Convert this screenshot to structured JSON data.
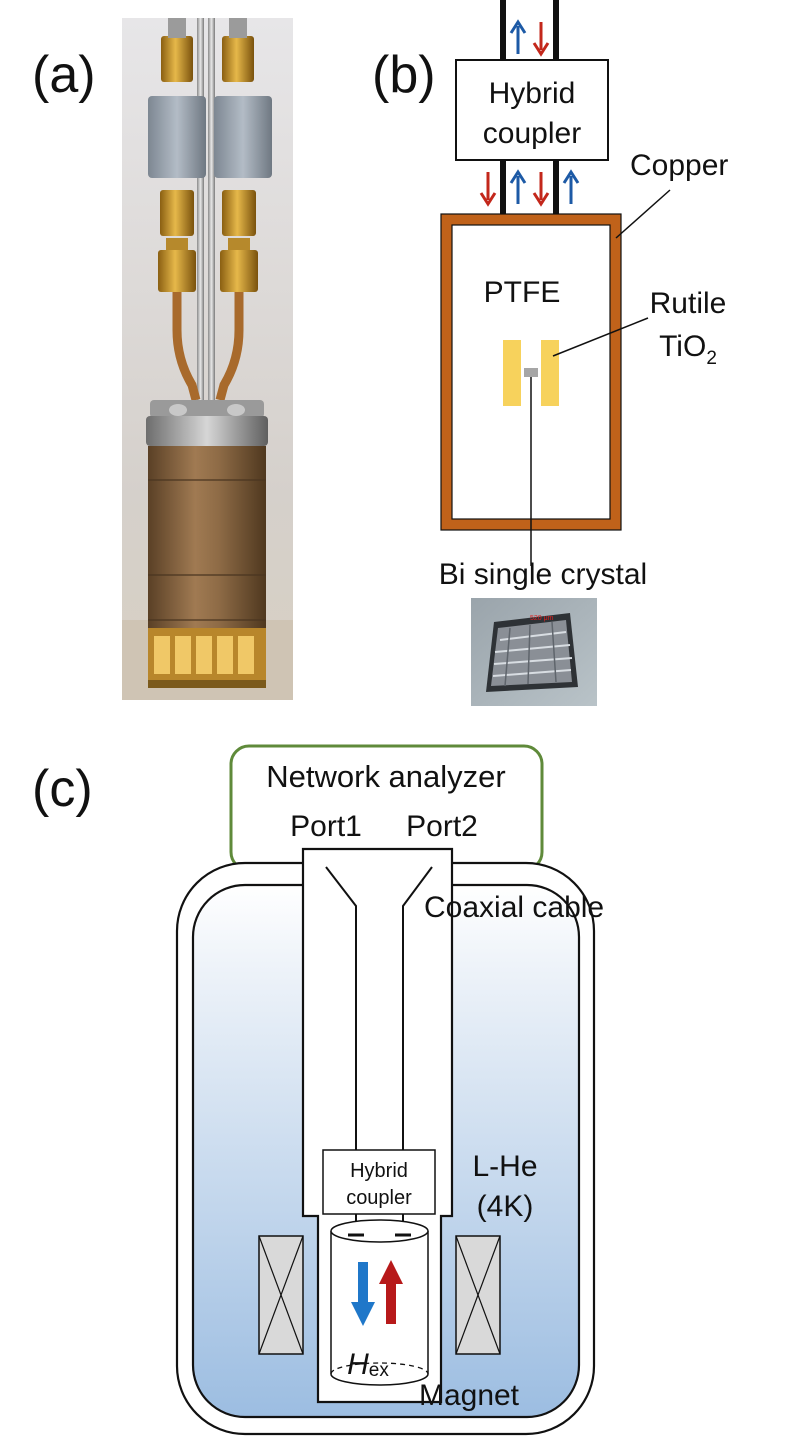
{
  "panel_a": {
    "label": "(a)"
  },
  "panel_b": {
    "label": "(b)",
    "hybrid_line1": "Hybrid",
    "hybrid_line2": "coupler",
    "copper": "Copper",
    "ptfe": "PTFE",
    "rutile": "Rutile",
    "tio2_base": "TiO",
    "tio2_sub": "2",
    "bi_crystal": "Bi single crystal",
    "micrograph_scale": "520 μm"
  },
  "panel_c": {
    "label": "(c)",
    "network_analyzer": "Network analyzer",
    "port1": "Port1",
    "port2": "Port2",
    "coaxial": "Coaxial cable",
    "hybrid_line1": "Hybrid",
    "hybrid_line2": "coupler",
    "lhe_line1": "L-He",
    "lhe_line2": "(4K)",
    "hex_base": "H",
    "hex_sub": "ex",
    "magnet": "Magnet"
  },
  "colors": {
    "copper": "#c0621a",
    "rutile": "#f7d25c",
    "arrow_blue": "#1d5aa6",
    "arrow_red": "#c3271b",
    "analyzer_green": "#5f8a3a",
    "lhe_top": "#eef3f9",
    "lhe_bottom": "#9cbde1",
    "magnet_gray": "#d9d9d9"
  }
}
